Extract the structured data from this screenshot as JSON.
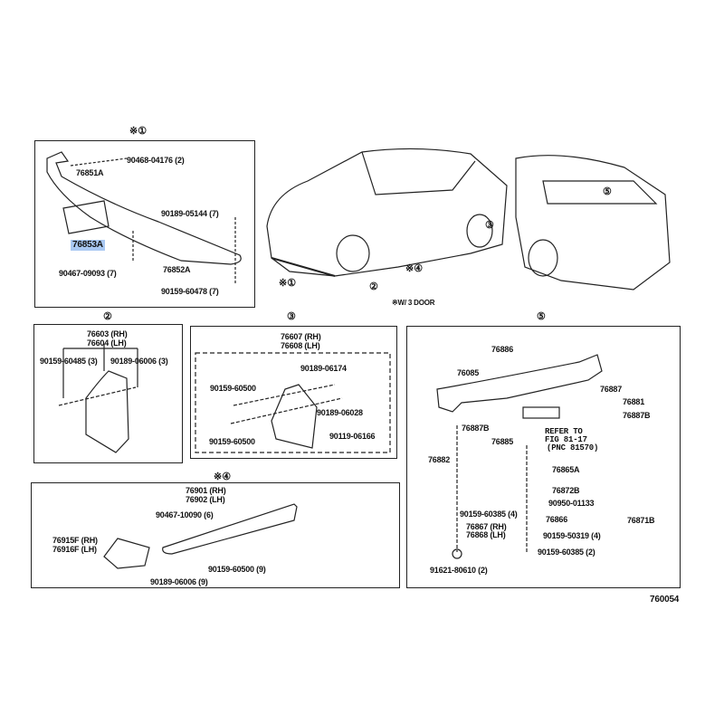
{
  "diagram_id": "760054",
  "highlight_color": "#a9c8f2",
  "note": "※W/ 3 DOOR",
  "callouts": {
    "c1": "※①",
    "c2": "②",
    "c3": "③",
    "c4": "※④",
    "c5": "⑤"
  },
  "section1": {
    "title": "※①",
    "parts": [
      "90468-04176 (2)",
      "76851A",
      "90189-05144 (7)",
      "76853A",
      "90467-09093 (7)",
      "76852A",
      "90159-60478 (7)"
    ]
  },
  "section2": {
    "title": "②",
    "parts": [
      "76603 (RH)",
      "76604 (LH)",
      "90159-60485 (3)",
      "90189-06006 (3)"
    ]
  },
  "section3": {
    "title": "③",
    "parts": [
      "76607 (RH)",
      "76608 (LH)",
      "90189-06174",
      "90159-60500",
      "90189-06028",
      "90159-60500",
      "90119-06166"
    ]
  },
  "section4": {
    "title": "※④",
    "parts": [
      "76901 (RH)",
      "76902 (LH)",
      "90467-10090 (6)",
      "76915F (RH)",
      "76916F (LH)",
      "90159-60500 (9)",
      "90189-06006 (9)"
    ]
  },
  "section5": {
    "title": "⑤",
    "parts": [
      "76886",
      "76085",
      "76887",
      "76881",
      "76887B",
      "76887B",
      "76885",
      "76882",
      "76865A",
      "76872B",
      "90950-01133",
      "90159-60385 (4)",
      "76871B",
      "76866",
      "76867 (RH)",
      "76868 (LH)",
      "90159-50319 (4)",
      "90159-60385 (2)",
      "91621-80610 (2)"
    ],
    "refer": [
      "REFER TO",
      "FIG 81-17",
      "(PNC 81570)"
    ]
  }
}
